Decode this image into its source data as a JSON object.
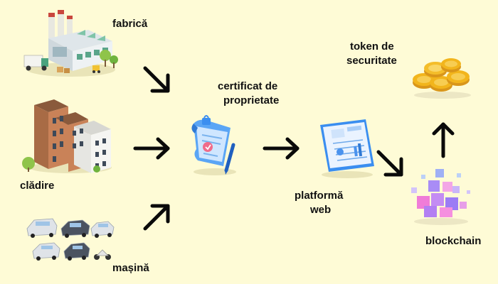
{
  "labels": {
    "factory": "fabrică",
    "building": "clădire",
    "car": "mașină",
    "certificate_line1": "certificat de",
    "certificate_line2": "proprietate",
    "platform_line1": "platformă",
    "platform_line2": "web",
    "token_line1": "token de",
    "token_line2": "securitate",
    "blockchain": "blockchain"
  },
  "colors": {
    "background": "#fefbd6",
    "text": "#111111",
    "arrow": "#0a0a0a",
    "certificate_blue": "#3a8ef0",
    "tablet_blue": "#2f7de0",
    "coin_gold": "#f2b51c",
    "block_pink": "#f07cd8",
    "block_violet": "#9b7cf5"
  },
  "icons": [
    "factory-icon",
    "building-icon",
    "cars-icon",
    "certificate-icon",
    "tablet-icon",
    "blockchain-icon",
    "coins-icon"
  ]
}
